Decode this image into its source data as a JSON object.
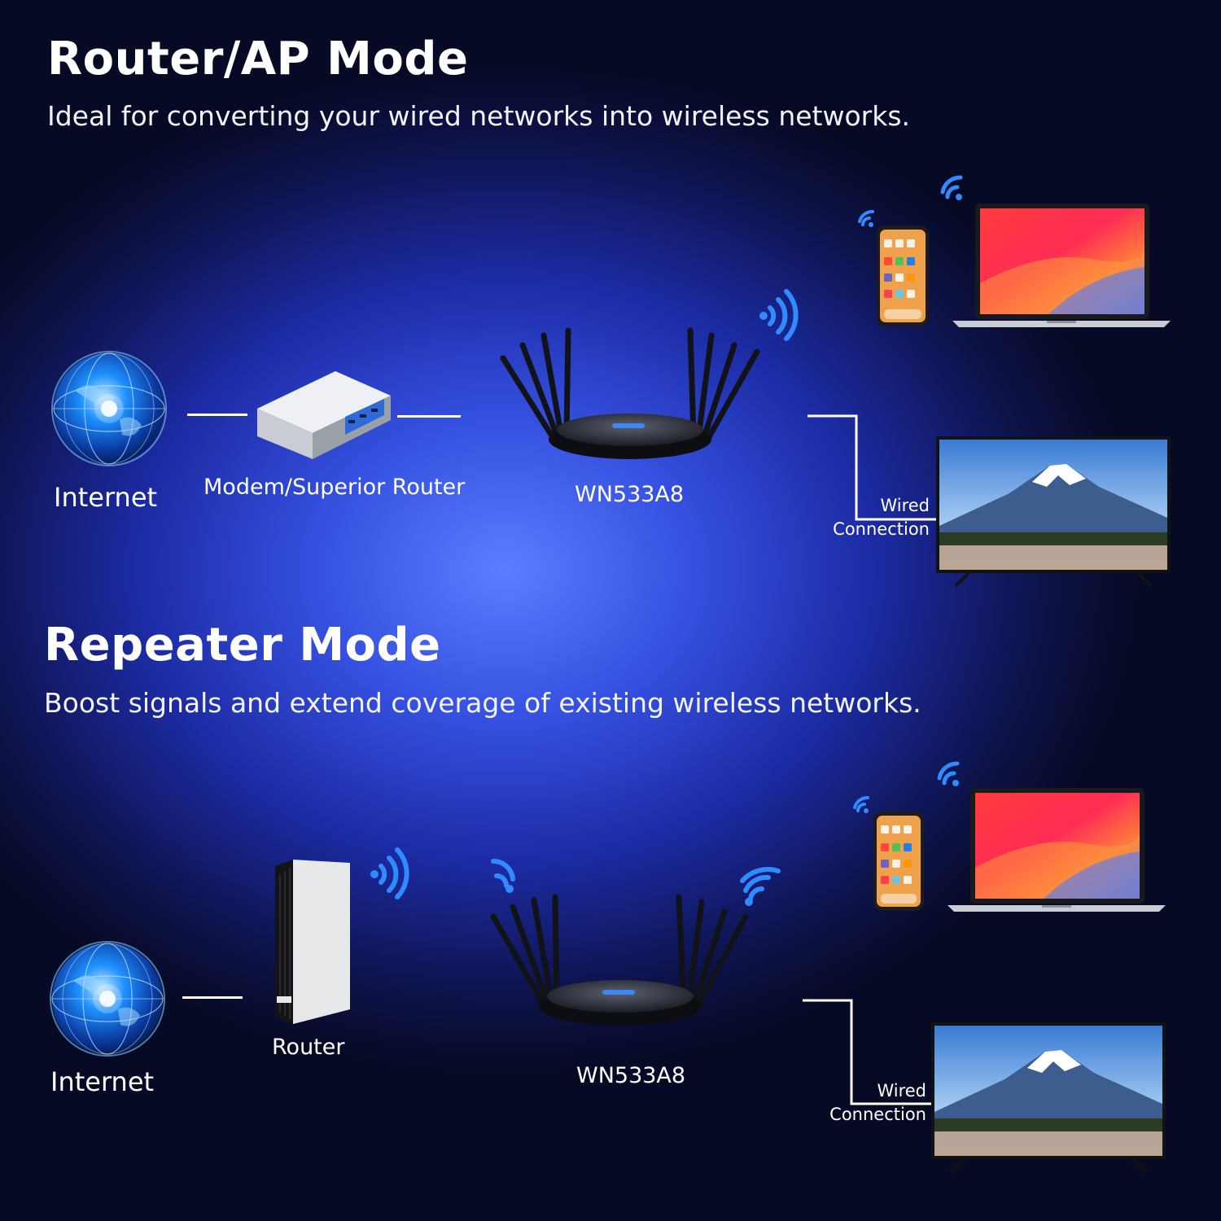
{
  "router_ap": {
    "title": "Router/AP Mode",
    "subtitle": "Ideal for converting your wired networks into wireless networks.",
    "internet_label": "Internet",
    "modem_label": "Modem/Superior Router",
    "device_label": "WN533A8",
    "wired_label_1": "Wired",
    "wired_label_2": "Connection"
  },
  "repeater": {
    "title": "Repeater Mode",
    "subtitle": "Boost signals and extend coverage of existing wireless networks.",
    "internet_label": "Internet",
    "router_label": "Router",
    "device_label": "WN533A8",
    "wired_label_1": "Wired",
    "wired_label_2": "Connection"
  },
  "colors": {
    "accent_blue": "#2f8bff",
    "line": "#ffffff"
  },
  "icons": [
    "globe-icon",
    "modem-icon",
    "router-icon",
    "wifi-icon",
    "phone-icon",
    "laptop-icon",
    "tv-icon"
  ]
}
